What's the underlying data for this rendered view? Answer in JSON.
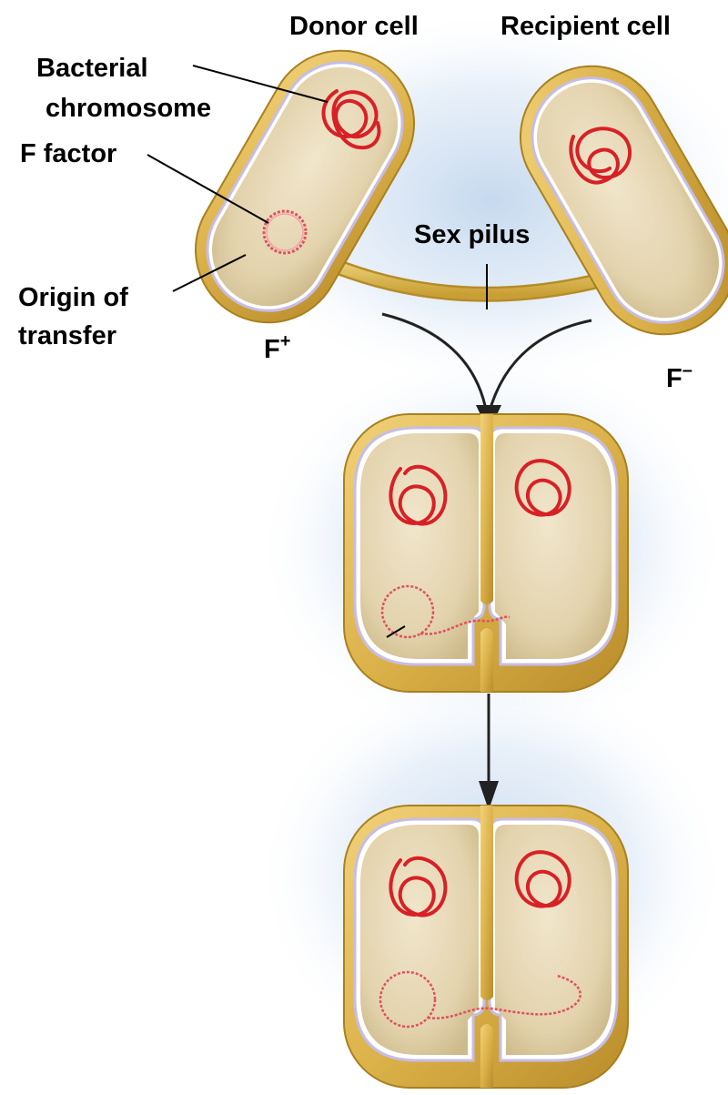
{
  "labels": {
    "donor_cell": "Donor cell",
    "recipient_cell": "Recipient cell",
    "bacterial_chromosome_line1": "Bacterial",
    "bacterial_chromosome_line2": "chromosome",
    "f_factor": "F factor",
    "origin_line1": "Origin of",
    "origin_line2": "transfer",
    "sex_pilus": "Sex pilus",
    "f_plus_base": "F",
    "f_plus_sup": "+",
    "f_minus_base": "F",
    "f_minus_sup": "–"
  },
  "colors": {
    "cell_wall": "#e2b84f",
    "cell_wall_dark": "#a8801f",
    "membrane": "#d9d1ef",
    "cytoplasm": "#e3d3ad",
    "chromosome": "#d92026",
    "plasmid": "#e05060",
    "glow": "#c3d7ee",
    "pilus": "#e4c55e",
    "arrow": "#222222"
  },
  "icons": {
    "chromosome": "red-coiled-loop",
    "plasmid": "small-red-wavy-ring",
    "arrow": "down-arrow"
  }
}
